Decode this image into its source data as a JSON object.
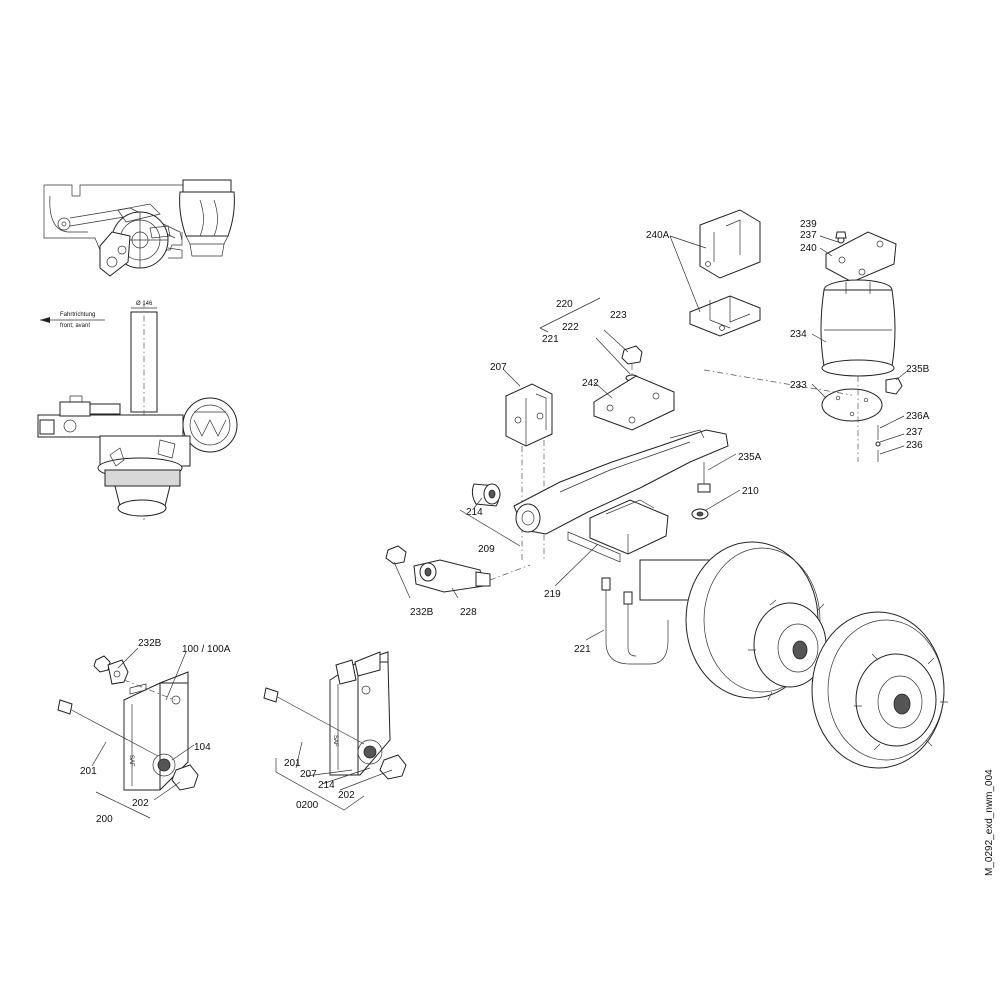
{
  "callouts": {
    "c239": "239",
    "c237a": "237",
    "c240": "240",
    "c240a": "240A",
    "c220": "220",
    "c223": "223",
    "c222": "222",
    "c221a": "221",
    "c234": "234",
    "c207": "207",
    "c242": "242",
    "c233": "233",
    "c235b": "235B",
    "c236a": "236A",
    "c237b": "237",
    "c236": "236",
    "c235a": "235A",
    "c210": "210",
    "c214a": "214",
    "c209": "209",
    "c219": "219",
    "c232b_a": "232B",
    "c228": "228",
    "c221b": "221",
    "c232b_b": "232B",
    "c100": "100 / 100A",
    "c104": "104",
    "c201a": "201",
    "c202a": "202",
    "c200": "200",
    "c201b": "201",
    "c207b": "207",
    "c214b": "214",
    "c202b": "202",
    "c0200": "0200"
  },
  "annotations": {
    "direction_de": "Fahrtrichtung",
    "direction_en": "front; avant",
    "diameter": "Ø 146"
  },
  "drawing_code": "M_0292_exd_nwm_004"
}
